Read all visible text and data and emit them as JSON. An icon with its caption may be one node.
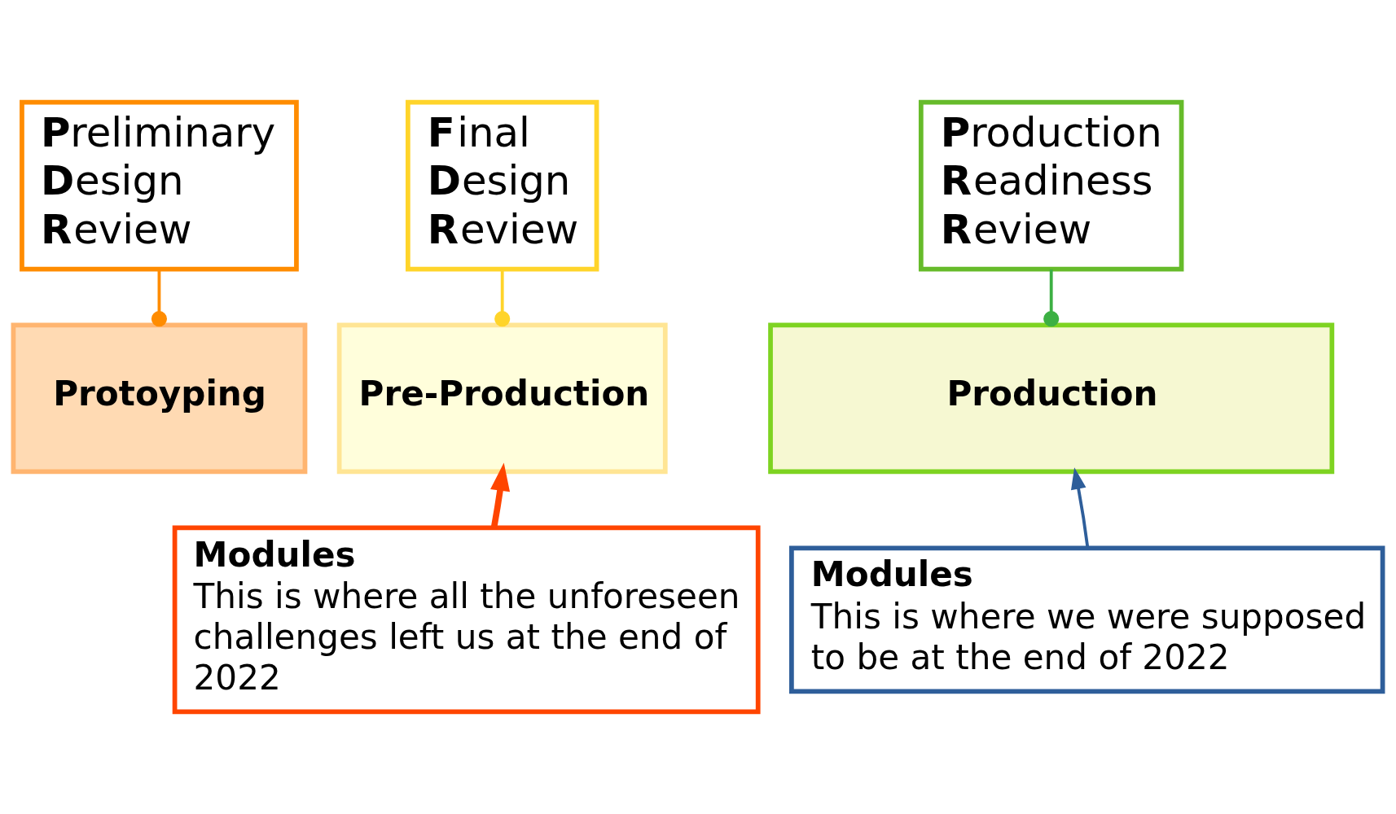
{
  "diagram": {
    "nodes": [
      {
        "text": [
          "**P**reliminary **D**esign **R**eview"
        ]
      },
      {
        "text": [
          "**F**inal **D**esign **R**eview"
        ]
      },
      {
        "text": [
          "**P**roduction **R**eadiness **R**eview"
        ]
      },
      {
        "text": [
          "Protoyping"
        ]
      },
      {
        "text": [
          "Pre-Production"
        ]
      },
      {
        "text": [
          "Production"
        ]
      },
      {
        "text": [
          "Modules",
          "This is where we were supposed to be at the end of 2022"
        ]
      },
      {
        "text": [
          "Modules",
          "This is where all the unforeseen challenges left us at the end of 2022"
        ]
      }
    ],
    "edges": [
      {
        "from": 0,
        "to": 3,
        "arrow": "other",
        "color": "#ff8c00"
      },
      {
        "from": 1,
        "to": 4,
        "arrow": "other",
        "color": "#ffd42a"
      },
      {
        "from": 2,
        "to": 5,
        "arrow": "other",
        "color": "#3cb043"
      },
      {
        "from": 6,
        "to": 5,
        "arrow": "to",
        "color": "#2e5e9a"
      },
      {
        "from": 7,
        "to": 4,
        "arrow": "to",
        "style": "thick",
        "color": "#ff4500"
      }
    ]
  }
}
